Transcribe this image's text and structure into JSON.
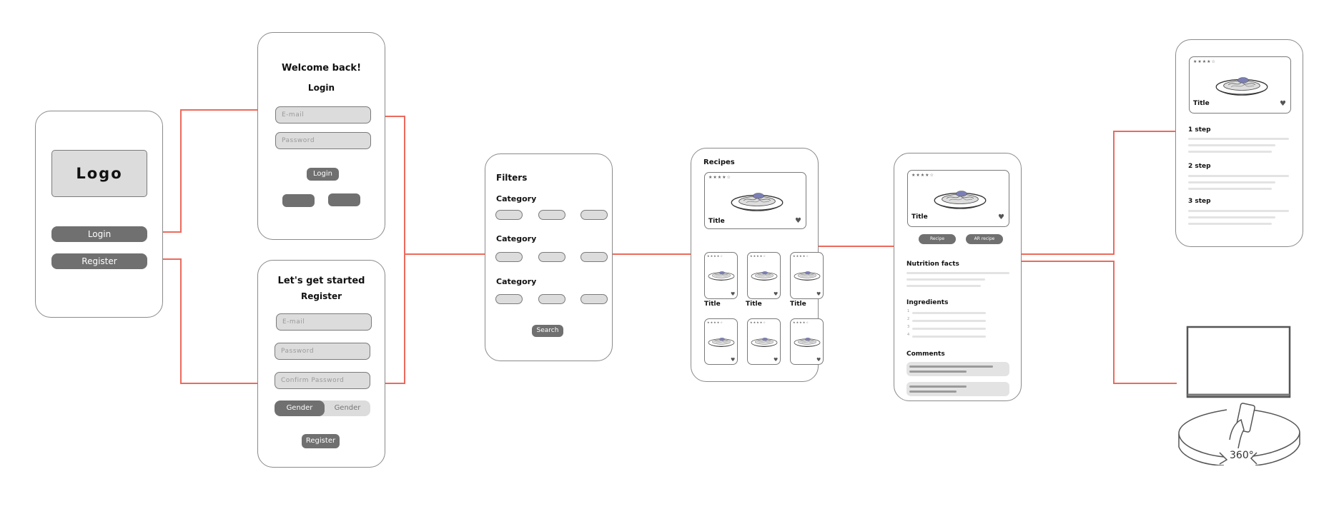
{
  "colors": {
    "connector": "#ec6a5c",
    "dark_button": "#707070",
    "field_fill": "#dcdcdc",
    "line_fill": "#e3e3e3"
  },
  "start": {
    "logo": "Logo",
    "login": "Login",
    "register": "Register"
  },
  "login_screen": {
    "heading": "Welcome back!",
    "subheading": "Login",
    "email_placeholder": "E-mail",
    "password_placeholder": "Password",
    "button": "Login"
  },
  "register_screen": {
    "heading": "Let's get started",
    "subheading": "Register",
    "email_placeholder": "E-mail",
    "password_placeholder": "Password",
    "confirm_placeholder": "Confirm Password",
    "gender_a": "Gender",
    "gender_b": "Gender",
    "button": "Register"
  },
  "filters_screen": {
    "title": "Filters",
    "category_1": "Category",
    "category_2": "Category",
    "category_3": "Category",
    "search": "Search"
  },
  "recipes_screen": {
    "title": "Recipes",
    "stars": "★★★★☆",
    "featured_title": "Title",
    "card_titles": [
      "Title",
      "Title",
      "Title"
    ]
  },
  "detail_screen": {
    "stars": "★★★★☆",
    "title": "Title",
    "tab_recipe": "Recipe",
    "tab_ar": "AR recipe",
    "nutrition": "Nutrition facts",
    "ingredients": "Ingredients",
    "ingredient_numbers": [
      "1",
      "2",
      "3",
      "4"
    ],
    "comments": "Comments"
  },
  "steps_screen": {
    "stars": "★★★★☆",
    "title": "Title",
    "step_1": "1 step",
    "step_2": "2 step",
    "step_3": "3 step"
  },
  "ar_view": {
    "label": "360°"
  },
  "icons": [
    "heart-icon",
    "dish-illustration",
    "ar-360-illustration"
  ]
}
